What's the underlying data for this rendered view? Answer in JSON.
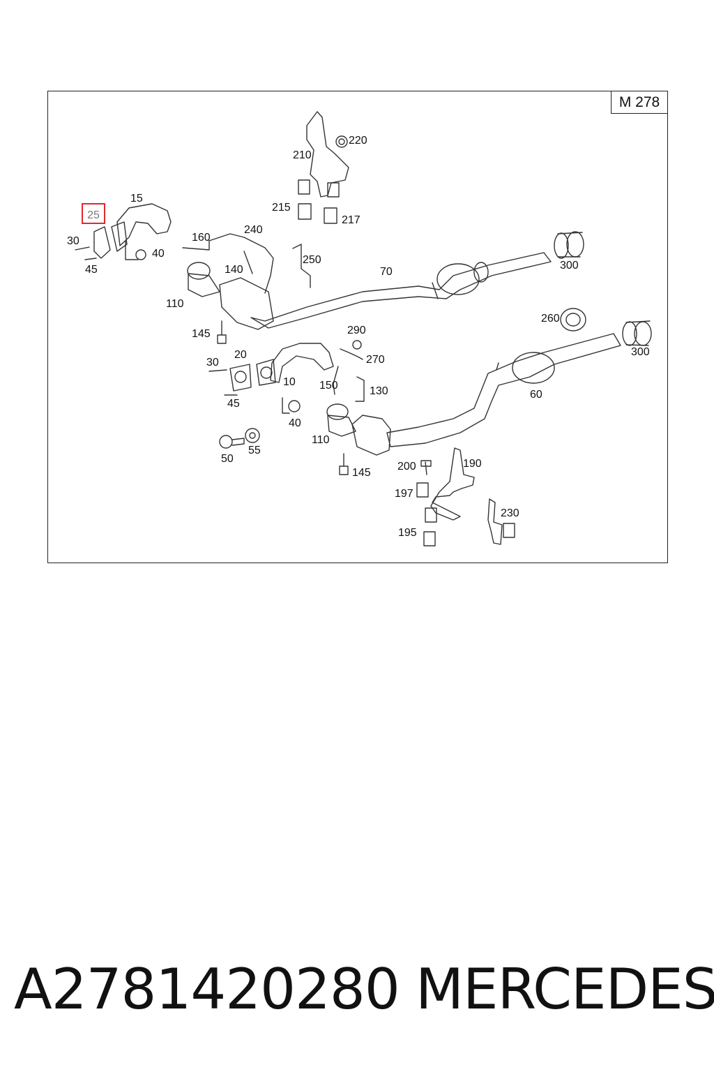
{
  "diagram": {
    "model_label": "M 278",
    "highlight_color": "#e0282e",
    "callouts": [
      {
        "id": "15",
        "highlight": false
      },
      {
        "id": "25",
        "highlight": true
      },
      {
        "id": "30",
        "highlight": false
      },
      {
        "id": "45",
        "highlight": false
      },
      {
        "id": "40",
        "highlight": false
      },
      {
        "id": "160",
        "highlight": false
      },
      {
        "id": "240",
        "highlight": false
      },
      {
        "id": "140",
        "highlight": false
      },
      {
        "id": "250",
        "highlight": false
      },
      {
        "id": "70",
        "highlight": false
      },
      {
        "id": "300",
        "highlight": false
      },
      {
        "id": "110",
        "highlight": false
      },
      {
        "id": "145",
        "highlight": false
      },
      {
        "id": "210",
        "highlight": false
      },
      {
        "id": "220",
        "highlight": false
      },
      {
        "id": "215",
        "highlight": false
      },
      {
        "id": "217",
        "highlight": false
      },
      {
        "id": "260",
        "highlight": false
      },
      {
        "id": "300",
        "highlight": false
      },
      {
        "id": "290",
        "highlight": false
      },
      {
        "id": "270",
        "highlight": false
      },
      {
        "id": "20",
        "highlight": false
      },
      {
        "id": "30",
        "highlight": false
      },
      {
        "id": "10",
        "highlight": false
      },
      {
        "id": "150",
        "highlight": false
      },
      {
        "id": "130",
        "highlight": false
      },
      {
        "id": "60",
        "highlight": false
      },
      {
        "id": "45",
        "highlight": false
      },
      {
        "id": "40",
        "highlight": false
      },
      {
        "id": "110",
        "highlight": false
      },
      {
        "id": "50",
        "highlight": false
      },
      {
        "id": "55",
        "highlight": false
      },
      {
        "id": "145",
        "highlight": false
      },
      {
        "id": "200",
        "highlight": false
      },
      {
        "id": "190",
        "highlight": false
      },
      {
        "id": "197",
        "highlight": false
      },
      {
        "id": "230",
        "highlight": false
      },
      {
        "id": "195",
        "highlight": false
      }
    ]
  },
  "footer": {
    "part_number": "A2781420280",
    "brand": "MERCEDES"
  }
}
